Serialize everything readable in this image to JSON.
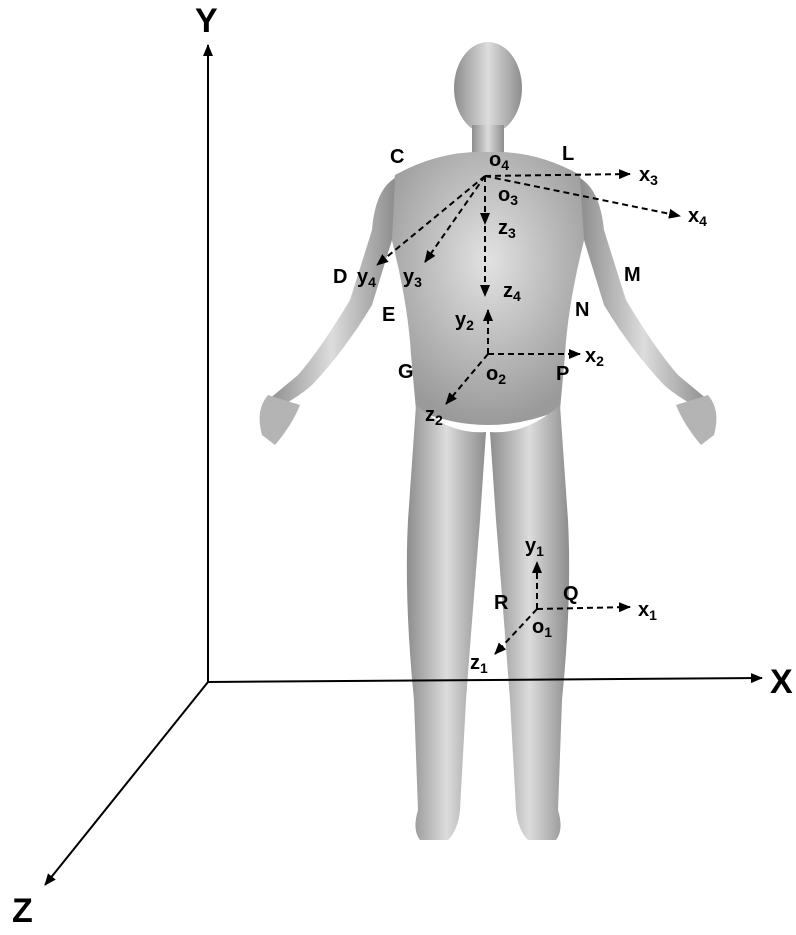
{
  "world_axes": {
    "x": "X",
    "y": "Y",
    "z": "Z"
  },
  "points": {
    "C": "C",
    "L": "L",
    "D": "D",
    "M": "M",
    "E": "E",
    "N": "N",
    "G": "G",
    "P": "P",
    "R": "R",
    "Q": "Q"
  },
  "frames": {
    "f1": {
      "origin": "o",
      "x": "x",
      "y": "y",
      "z": "z",
      "sub": "1"
    },
    "f2": {
      "origin": "o",
      "x": "x",
      "y": "y",
      "z": "z",
      "sub": "2"
    },
    "f3": {
      "origin": "o",
      "x": "x",
      "y": "y",
      "z": "z",
      "sub": "3"
    },
    "f4": {
      "origin": "o",
      "x": "x",
      "y": "y",
      "z": "z",
      "sub": "4"
    }
  },
  "colors": {
    "line": "#000000",
    "body_light": "#d8d8d8",
    "body_dark": "#8a8a8a"
  }
}
